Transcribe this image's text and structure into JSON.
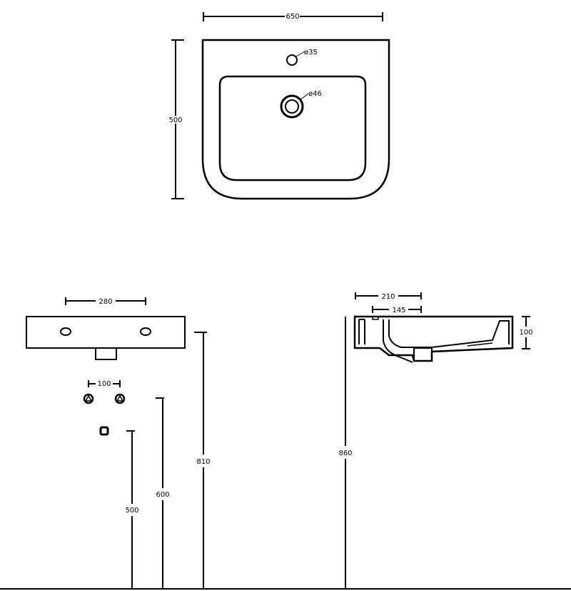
{
  "top_view": {
    "width_label": "650",
    "depth_label": "500",
    "tap_hole_label": "ø35",
    "waste_label": "ø46"
  },
  "front_view": {
    "fixing_centres_label": "280",
    "rim_height_label": "810"
  },
  "supply_points": {
    "valve_spacing_label": "100",
    "valve_height_label": "600",
    "waste_outlet_height_label": "500"
  },
  "side_view": {
    "overall_projection_label": "210",
    "bowl_depth_label": "145",
    "basin_height_label": "100",
    "rim_height_label": "860"
  }
}
